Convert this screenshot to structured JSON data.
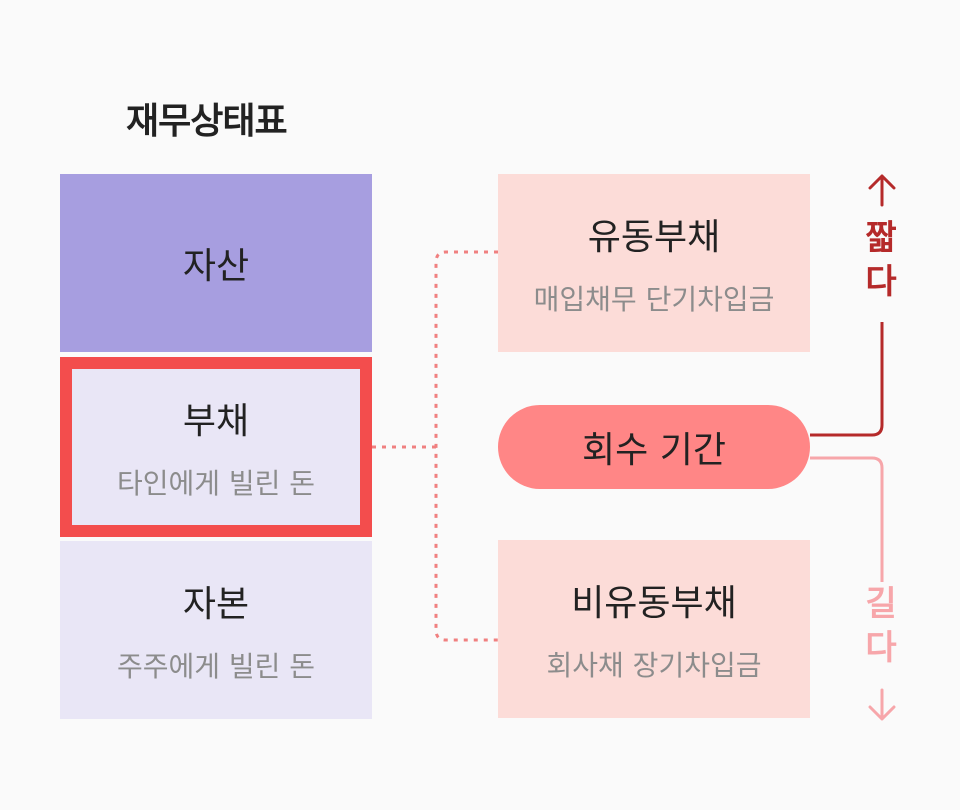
{
  "title": "재무상태표",
  "assets": {
    "label": "자산"
  },
  "liabilities": {
    "label": "부채",
    "desc": "타인에게 빌린 돈"
  },
  "equity": {
    "label": "자본",
    "desc": "주주에게 빌린 돈"
  },
  "current_liabilities": {
    "label": "유동부채",
    "desc": "매입채무 단기차입금"
  },
  "noncurrent_liabilities": {
    "label": "비유동부채",
    "desc": "회사채 장기차입금"
  },
  "repayment": {
    "label": "회수 기간"
  },
  "short_side": {
    "line1": "짧",
    "line2": "다"
  },
  "long_side": {
    "line1": "길",
    "line2": "다"
  },
  "colors": {
    "assets": "#a79ee0",
    "light_purple": "#e9e6f6",
    "highlight_border": "#f34d4d",
    "liability_boxes": "#fcdcd8",
    "pill": "#ff8686",
    "short": "#b52a2a",
    "long": "#f7a6aa",
    "dotted": "#f08080"
  }
}
